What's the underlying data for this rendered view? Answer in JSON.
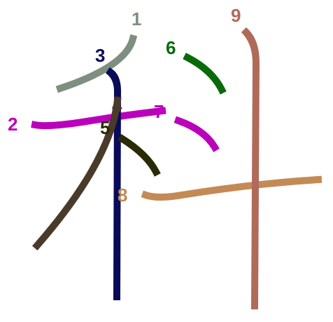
{
  "strokes": [
    {
      "label": "1",
      "color": "#7f8f7f"
    },
    {
      "label": "2",
      "color": "#bb00bb"
    },
    {
      "label": "3",
      "color": "#0a0a5a"
    },
    {
      "label": "4",
      "color": "#4a3a2a"
    },
    {
      "label": "5",
      "color": "#2a2a05"
    },
    {
      "label": "6",
      "color": "#0a6a0a"
    },
    {
      "label": "7",
      "color": "#bb00bb"
    },
    {
      "label": "8",
      "color": "#c48a55"
    },
    {
      "label": "9",
      "color": "#b06a5a"
    }
  ]
}
